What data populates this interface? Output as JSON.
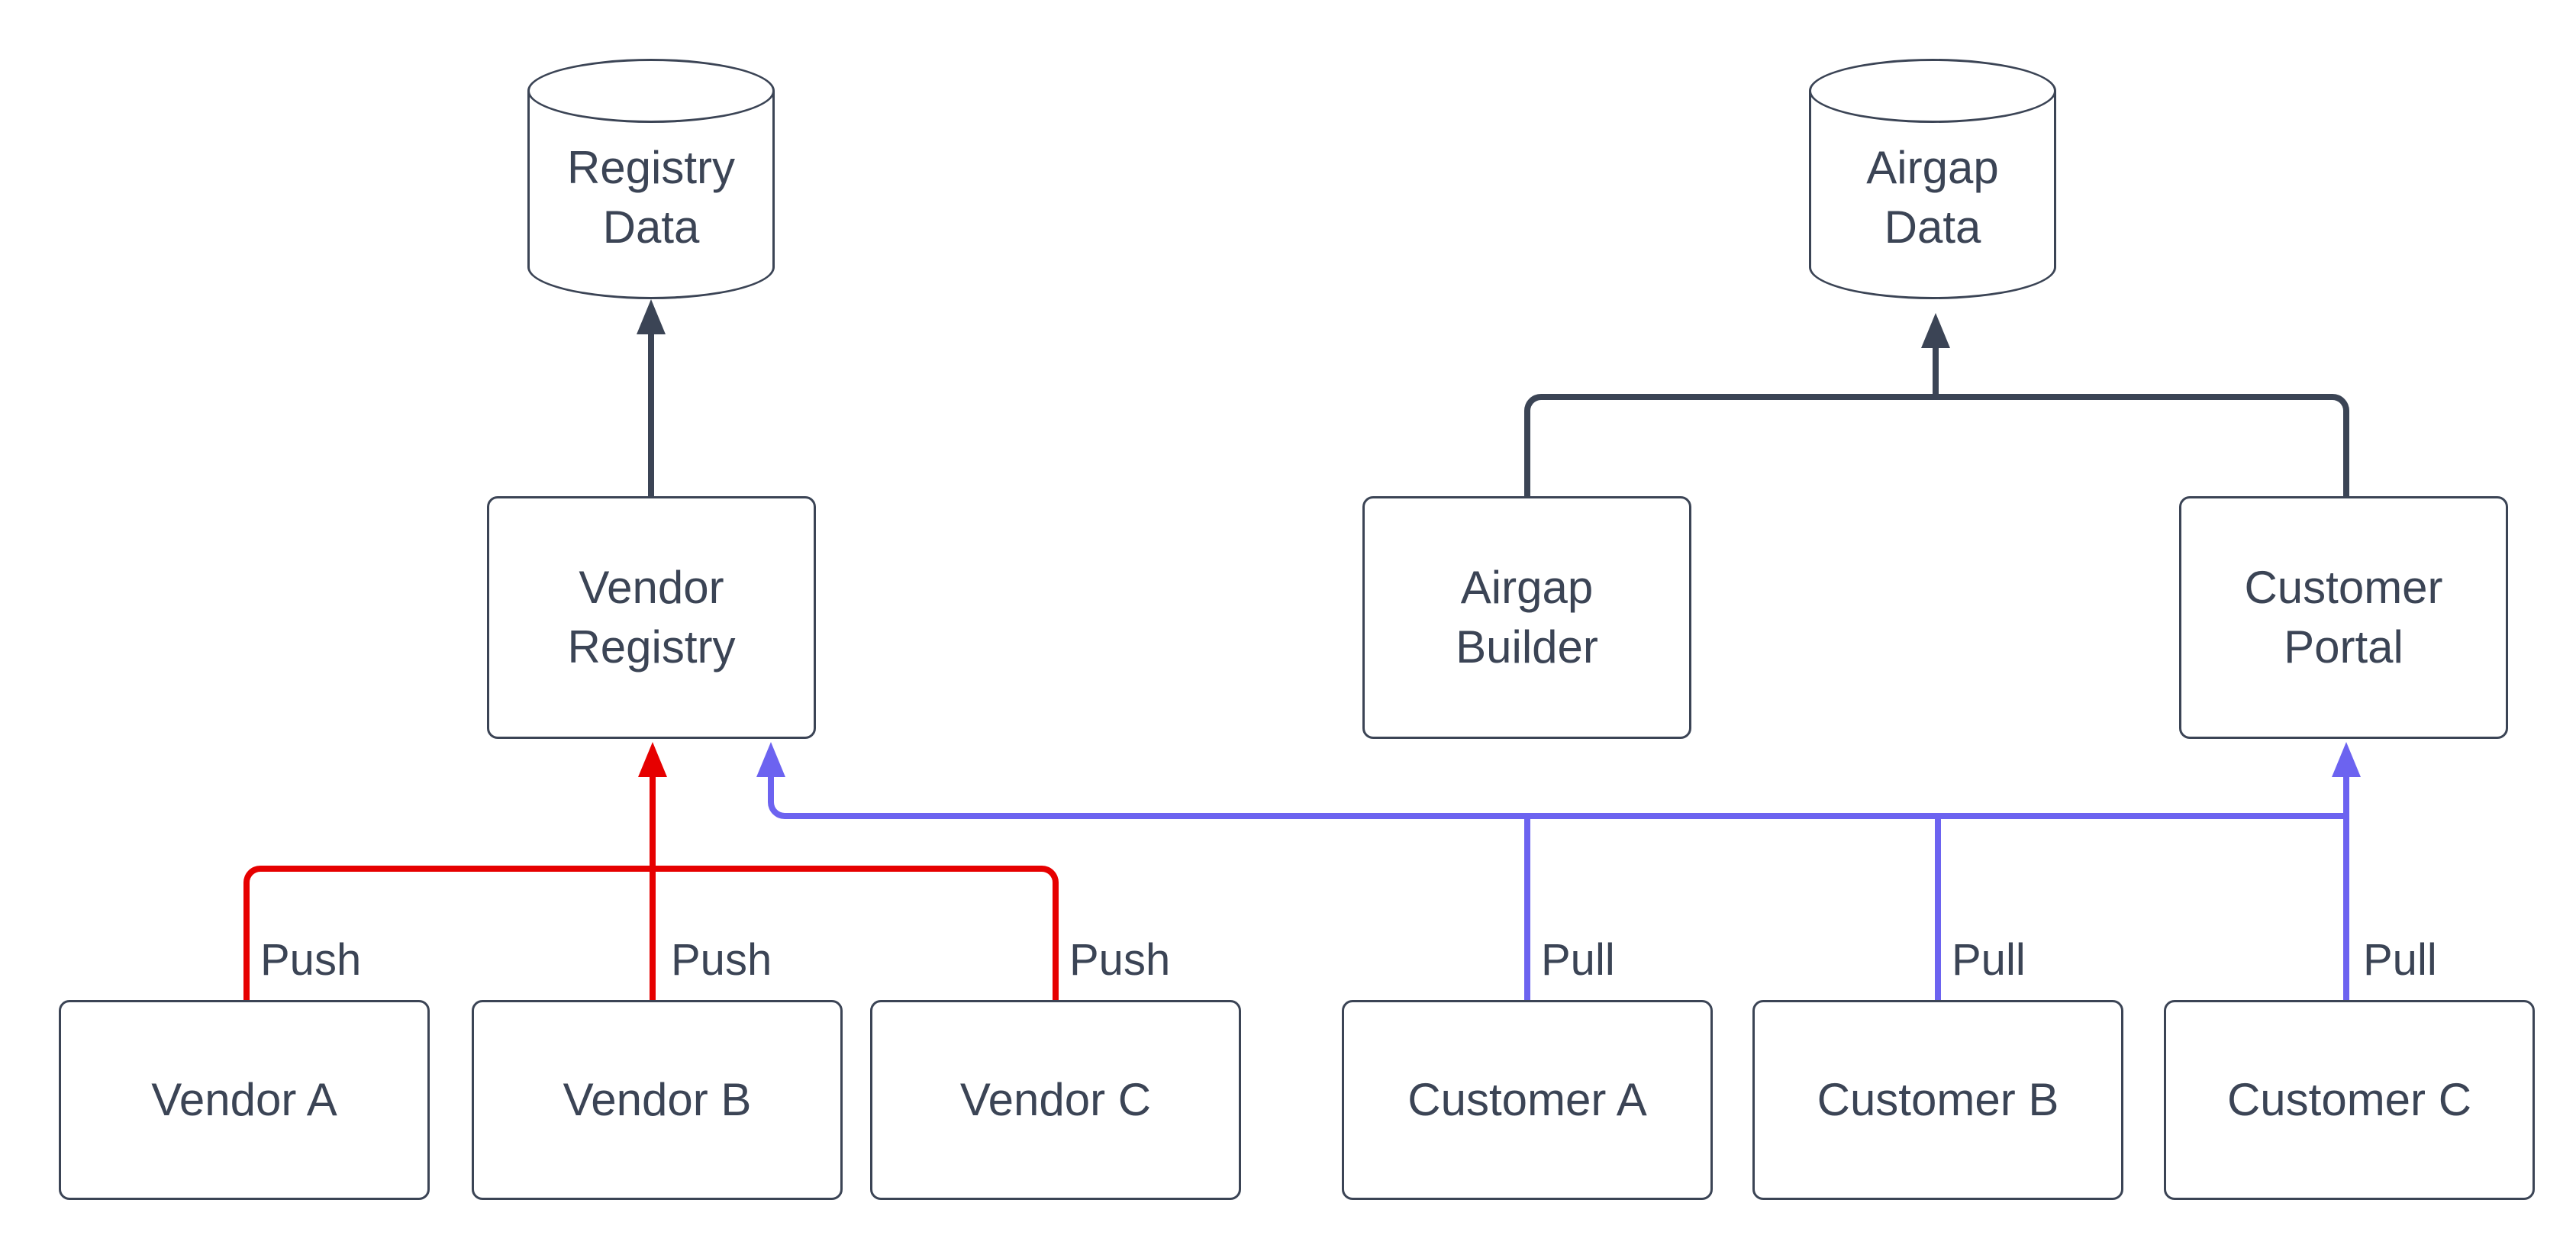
{
  "diagram": {
    "background": "#ffffff",
    "nodes": {
      "registry_data": {
        "shape": "cylinder",
        "label": "Registry\nData"
      },
      "airgap_data": {
        "shape": "cylinder",
        "label": "Airgap\nData"
      },
      "vendor_registry": {
        "shape": "rectangle",
        "label": "Vendor\nRegistry"
      },
      "airgap_builder": {
        "shape": "rectangle",
        "label": "Airgap\nBuilder"
      },
      "customer_portal": {
        "shape": "rectangle",
        "label": "Customer\nPortal"
      },
      "vendor_a": {
        "shape": "rectangle",
        "label": "Vendor A"
      },
      "vendor_b": {
        "shape": "rectangle",
        "label": "Vendor B"
      },
      "vendor_c": {
        "shape": "rectangle",
        "label": "Vendor C"
      },
      "customer_a": {
        "shape": "rectangle",
        "label": "Customer A"
      },
      "customer_b": {
        "shape": "rectangle",
        "label": "Customer B"
      },
      "customer_c": {
        "shape": "rectangle",
        "label": "Customer C"
      }
    },
    "push_edges": [
      {
        "from": "Vendor A",
        "to": "Vendor Registry",
        "label": "Push"
      },
      {
        "from": "Vendor B",
        "to": "Vendor Registry",
        "label": "Push"
      },
      {
        "from": "Vendor C",
        "to": "Vendor Registry",
        "label": "Push"
      }
    ],
    "pull_edges": [
      {
        "from": "Customer A",
        "to": "Customer Portal",
        "label": "Pull"
      },
      {
        "from": "Customer B",
        "to": "Customer Portal",
        "label": "Pull"
      },
      {
        "from": "Customer C",
        "to": "Customer Portal",
        "label": "Pull"
      }
    ],
    "data_edges": [
      {
        "from": "Vendor Registry",
        "to": "Registry Data"
      },
      {
        "from": "Airgap Builder",
        "to": "Airgap Data"
      },
      {
        "from": "Customer Portal",
        "to": "Airgap Data"
      }
    ]
  },
  "colors": {
    "stroke_dark": "#3b4455",
    "push_red": "#e60000",
    "pull_blue": "#6c63f0",
    "text": "#3b4455",
    "node_fill": "#ffffff",
    "canvas_bg": "#ffffff"
  }
}
